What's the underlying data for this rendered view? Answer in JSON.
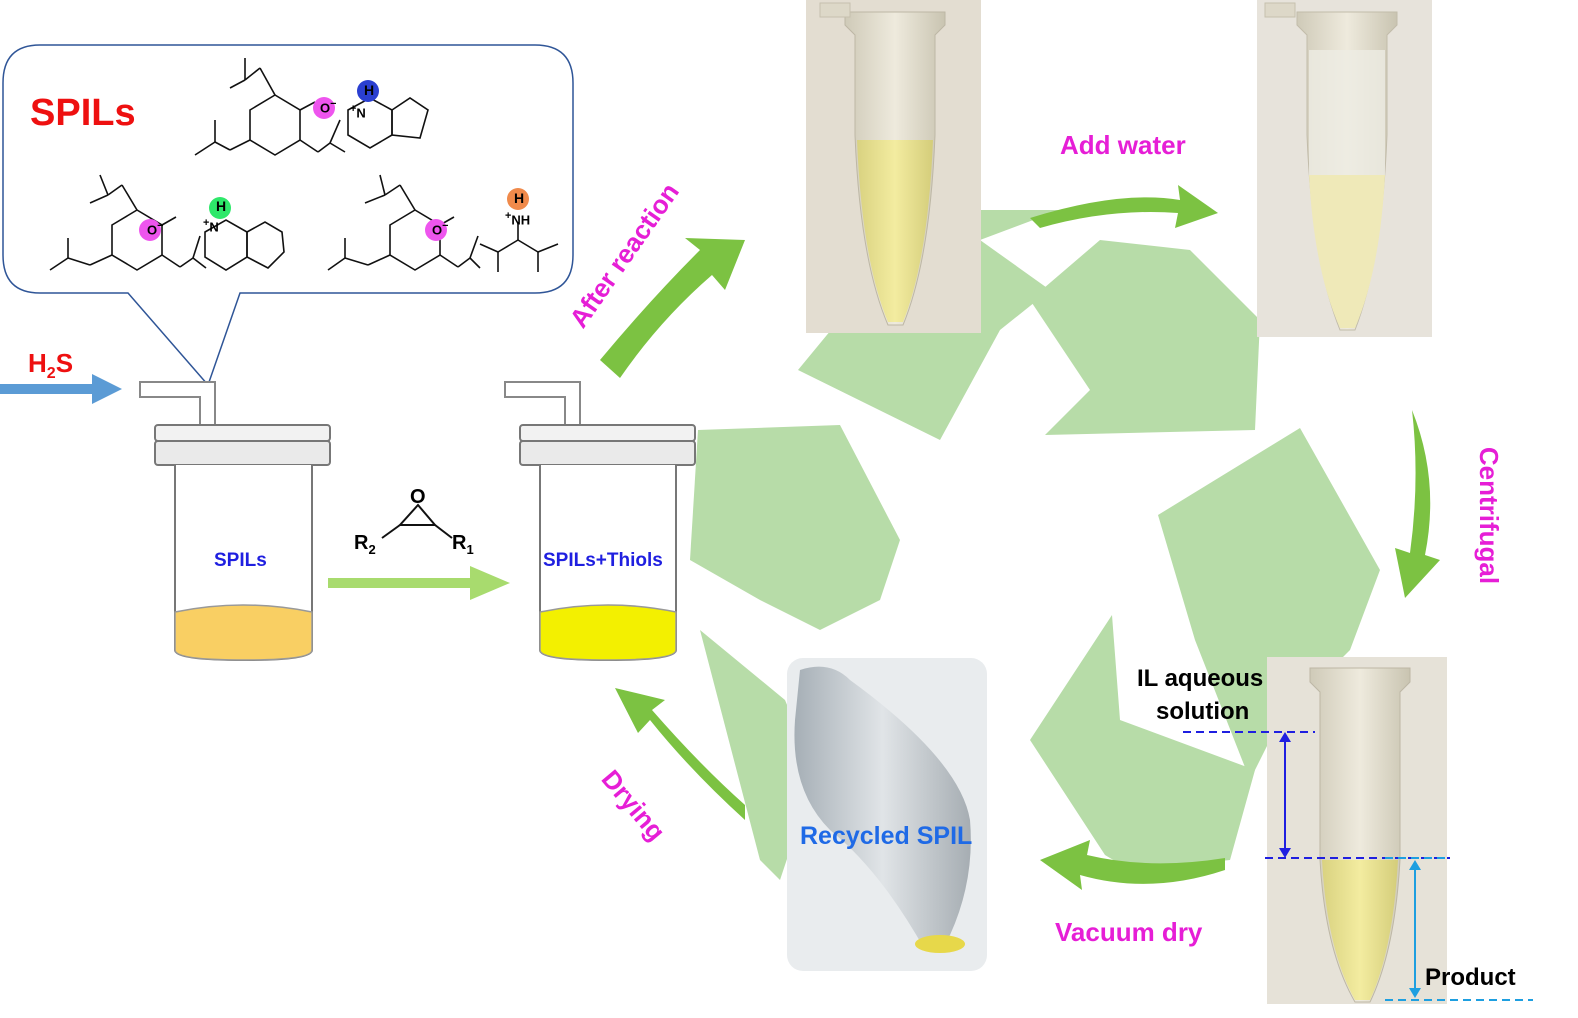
{
  "title": "SPILs",
  "gas": {
    "symbol": "H",
    "subscript": "2",
    "rest": "S"
  },
  "vessel1": {
    "label": "SPILs"
  },
  "vessel2": {
    "label": "SPILs+Thiols"
  },
  "epoxide": {
    "o": "O",
    "r1": "R",
    "r1_sub": "1",
    "r2": "R",
    "r2_sub": "2"
  },
  "chem": {
    "amine": "N",
    "proton": "H",
    "plus": "+",
    "minus": "−",
    "imine_nh": "NH"
  },
  "steps": {
    "after_reaction": "After reaction",
    "add_water": "Add water",
    "centrifugal": "Centrifugal",
    "vacuum_dry": "Vacuum dry",
    "drying": "Drying"
  },
  "labels": {
    "il_aqueous_line1": "IL aqueous",
    "il_aqueous_line2": "solution",
    "product": "Product",
    "recycled": "Recycled SPIL"
  },
  "colors": {
    "magenta": "#e61ed6",
    "recycle_green": "#b7dca8",
    "arrow_green": "#7cc242",
    "h2s_arrow": "#5b9bd5",
    "spil_liquid": "#f9cf63",
    "thiol_liquid": "#f3f000",
    "cation_blue": "#2a3fd1",
    "cation_green": "#2ee86a",
    "cation_orange": "#f08a4b",
    "phenoxide_pink": "#ee55ee"
  }
}
